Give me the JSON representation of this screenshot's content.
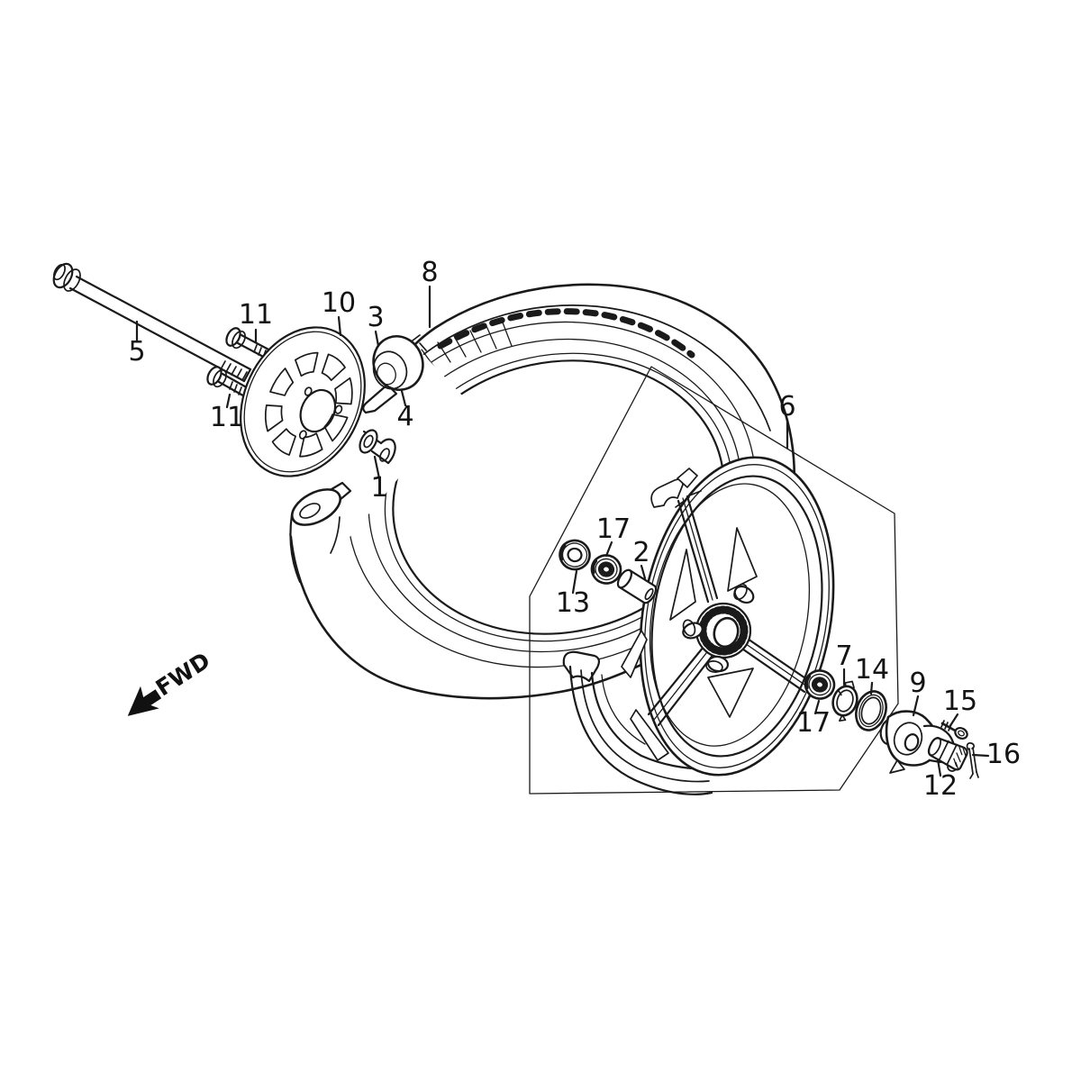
{
  "diagram": {
    "type": "exploded-parts-diagram",
    "subject": "front wheel assembly",
    "colors": {
      "background": "#ffffff",
      "line": "#1a1a1a",
      "label": "#141414"
    },
    "fwd_marker": {
      "label": "FWD"
    },
    "callouts": [
      {
        "label": "5"
      },
      {
        "label": "11"
      },
      {
        "label": "11"
      },
      {
        "label": "10"
      },
      {
        "label": "3"
      },
      {
        "label": "8"
      },
      {
        "label": "4"
      },
      {
        "label": "1"
      },
      {
        "label": "6"
      },
      {
        "label": "17"
      },
      {
        "label": "13"
      },
      {
        "label": "2"
      },
      {
        "label": "17"
      },
      {
        "label": "7"
      },
      {
        "label": "14"
      },
      {
        "label": "9"
      },
      {
        "label": "15"
      },
      {
        "label": "12"
      },
      {
        "label": "16"
      }
    ]
  }
}
